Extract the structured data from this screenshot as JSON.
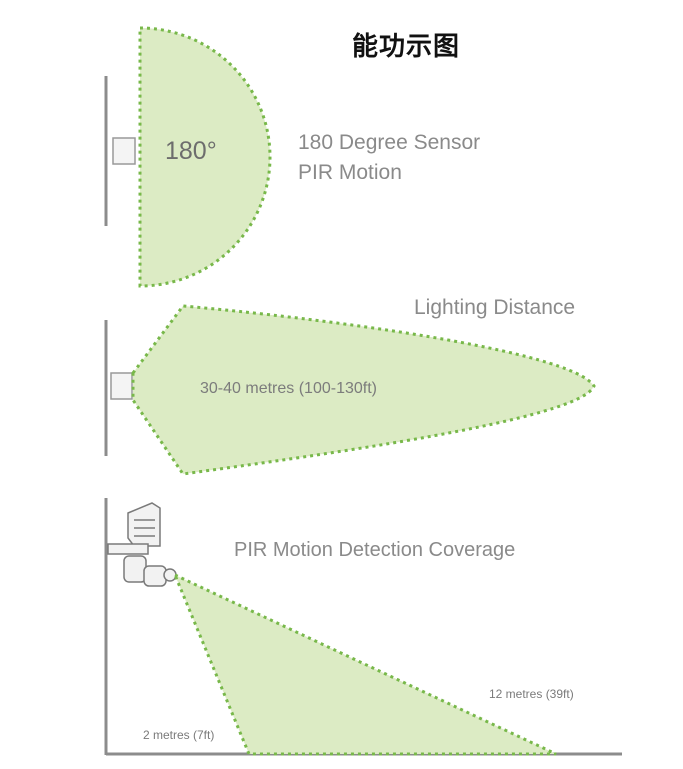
{
  "title": "能功示图",
  "sensor": {
    "angle_label": "180°",
    "line1": "180 Degree Sensor",
    "line2": "PIR Motion"
  },
  "lighting": {
    "heading": "Lighting Distance",
    "range": "30-40 metres (100-130ft)"
  },
  "coverage": {
    "heading": "PIR Motion Detection Coverage",
    "far": "12 metres (39ft)",
    "near": "2 metres (7ft)"
  },
  "colors": {
    "zone_fill": "#dcebc4",
    "zone_outline": "#78b84a",
    "wall": "#8c8c8c",
    "text": "#8a8a8a"
  }
}
